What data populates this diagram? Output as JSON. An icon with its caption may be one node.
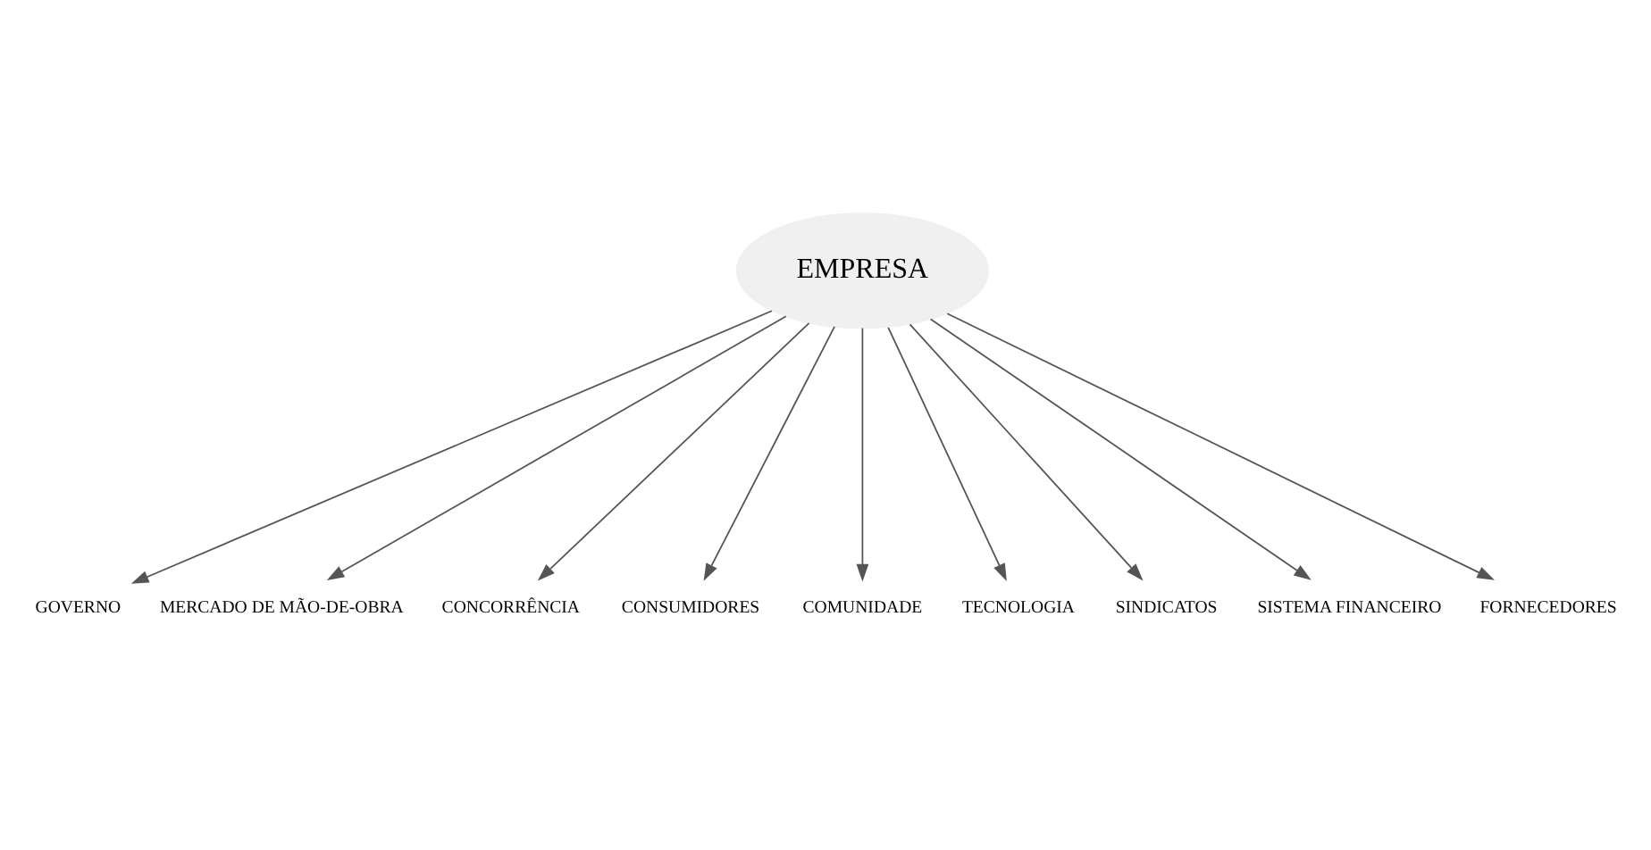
{
  "diagram": {
    "nodes": [
      {
        "text": [
          "EMPRESA"
        ]
      },
      {
        "text": [
          "GOVERNO"
        ]
      },
      {
        "text": [
          "MERCADO DE MÃO-DE-OBRA"
        ]
      },
      {
        "text": [
          "CONCORRÊNCIA"
        ]
      },
      {
        "text": [
          "CONSUMIDORES"
        ]
      },
      {
        "text": [
          "COMUNIDADE"
        ]
      },
      {
        "text": [
          "TECNOLOGIA"
        ]
      },
      {
        "text": [
          "SINDICATOS"
        ]
      },
      {
        "text": [
          "SISTEMA FINANCEIRO"
        ]
      },
      {
        "text": [
          "FORNECEDORES"
        ]
      }
    ],
    "edges": [
      {
        "from": 0,
        "to": 1,
        "arrow": "to"
      },
      {
        "from": 0,
        "to": 2,
        "arrow": "to"
      },
      {
        "from": 0,
        "to": 3,
        "arrow": "to"
      },
      {
        "from": 0,
        "to": 4,
        "arrow": "to"
      },
      {
        "from": 0,
        "to": 5,
        "arrow": "to"
      },
      {
        "from": 0,
        "to": 6,
        "arrow": "to"
      },
      {
        "from": 0,
        "to": 7,
        "arrow": "to"
      },
      {
        "from": 0,
        "to": 8,
        "arrow": "to"
      },
      {
        "from": 0,
        "to": 9,
        "arrow": "to"
      }
    ]
  }
}
